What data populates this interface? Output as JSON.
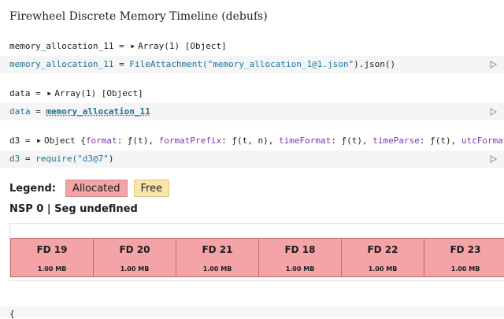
{
  "page": {
    "title": "Firewheel Discrete Memory Timeline (debufs)"
  },
  "cells": [
    {
      "output": {
        "name": "memory_allocation_11",
        "equals": " = ",
        "value": "Array(1) [Object]"
      },
      "code": {
        "name": "memory_allocation_11",
        "equals": " = ",
        "call": "FileAttachment(",
        "arg": "\"memory_allocation_1@1.json\"",
        "tail": ").json()"
      }
    },
    {
      "output": {
        "name": "data",
        "equals": " = ",
        "value": "Array(1) [Object]"
      },
      "code": {
        "name": "data",
        "equals": " = ",
        "ref": "memory_allocation_11"
      }
    },
    {
      "output": {
        "name": "d3",
        "equals": " = ",
        "prefix": "Object {",
        "entries": [
          {
            "key": "format",
            "sig": "ƒ(t)"
          },
          {
            "key": "formatPrefix",
            "sig": "ƒ(t, n)"
          },
          {
            "key": "timeFormat",
            "sig": "ƒ(t)"
          },
          {
            "key": "timeParse",
            "sig": "ƒ(t)"
          },
          {
            "key": "utcFormat",
            "sig": ""
          }
        ]
      },
      "code": {
        "name": "d3",
        "equals": " = ",
        "call": "require(",
        "arg": "\"d3@7\"",
        "tail": ")"
      }
    }
  ],
  "legend": {
    "title": "Legend:",
    "items": [
      {
        "label": "Allocated",
        "color": "#f4a3a6"
      },
      {
        "label": "Free",
        "color": "#fbe6a9"
      }
    ]
  },
  "timeline": {
    "heading": "NSP 0 | Seg undefined",
    "blocks": [
      {
        "label": "FD 19",
        "size": "1.00 MB",
        "state": "allocated"
      },
      {
        "label": "FD 20",
        "size": "1.00 MB",
        "state": "allocated"
      },
      {
        "label": "FD 21",
        "size": "1.00 MB",
        "state": "allocated"
      },
      {
        "label": "FD 18",
        "size": "1.00 MB",
        "state": "allocated"
      },
      {
        "label": "FD 22",
        "size": "1.00 MB",
        "state": "allocated"
      },
      {
        "label": "FD 23",
        "size": "1.00 MB",
        "state": "allocated"
      }
    ]
  },
  "bottom_cell": {
    "text": "{"
  },
  "icons": {
    "run": "play-icon",
    "expand": "triangle-right-icon"
  }
}
